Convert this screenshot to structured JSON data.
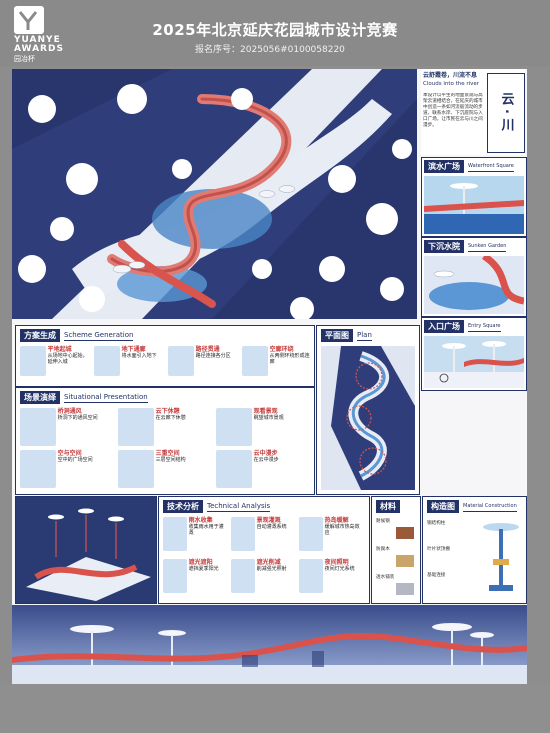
{
  "header": {
    "brand": "YUANYE AWARDS",
    "brand_cn": "园冶杯",
    "title": "2025年北京延庆花园城市设计竞赛",
    "reg_label": "报名序号：",
    "reg_value": "2025056#0100058220"
  },
  "poster": {
    "title_vertical": "云·川",
    "concept_cn": "云舒霞卷，川流不息",
    "concept_en": "Clouds into the river",
    "concept_text": "本设计以平生的地面景观与高架云道相结合，在延庆的城市中创造一条如河流般流动的步道，联系水岸、下沉庭院与入口广场，让市民在云与川之间漫步。",
    "right_sections": [
      {
        "cn": "滨水广场",
        "en": "Waterfront Square"
      },
      {
        "cn": "下沉水院",
        "en": "Sunken Garden"
      },
      {
        "cn": "入口广场",
        "en": "Entry Square"
      }
    ],
    "scheme": {
      "cn": "方案生成",
      "en": "Scheme Generation",
      "steps": [
        {
          "t": "平地起城",
          "d": "从场地中心起始，延伸入城"
        },
        {
          "t": "地下通廊",
          "d": "将水面引入地下"
        },
        {
          "t": "路径贯通",
          "d": "路径连接各分区"
        },
        {
          "t": "空廊环绕",
          "d": "从两侧环绕形成连廊"
        }
      ]
    },
    "plan": {
      "cn": "平面图",
      "en": "Plan"
    },
    "situational": {
      "cn": "场景演绎",
      "en": "Situational Presentation",
      "items": [
        {
          "t": "桥洞通风",
          "d": "桥洞下的通风空间"
        },
        {
          "t": "云下休憩",
          "d": "在云廊下休憩"
        },
        {
          "t": "观看景观",
          "d": "眺望城市景观"
        },
        {
          "t": "空与空间",
          "d": "空中的广场空间"
        },
        {
          "t": "三重空间",
          "d": "三层空间结构"
        },
        {
          "t": "云中漫步",
          "d": "在云中漫步"
        }
      ]
    },
    "tech": {
      "cn": "技术分析",
      "en": "Technical Analysis",
      "items": [
        {
          "t": "雨水收集",
          "d": "收集雨水用于灌溉"
        },
        {
          "t": "景观灌溉",
          "d": "自动灌溉系统"
        },
        {
          "t": "热岛缓解",
          "d": "缓解城市热岛效应"
        },
        {
          "t": "遮光遮阳",
          "d": "遮挡夏季阳光"
        },
        {
          "t": "遮光削减",
          "d": "削减强光照射"
        },
        {
          "t": "夜间照明",
          "d": "夜间灯光系统"
        }
      ]
    },
    "materials": {
      "cn": "材料",
      "items": [
        "耐候钢",
        "防腐木",
        "透水铺装"
      ]
    },
    "construction": {
      "cn": "构造图",
      "en": "Material Construction",
      "notes": [
        "钢结构柱",
        "叶片状顶棚",
        "基础连接"
      ]
    }
  }
}
